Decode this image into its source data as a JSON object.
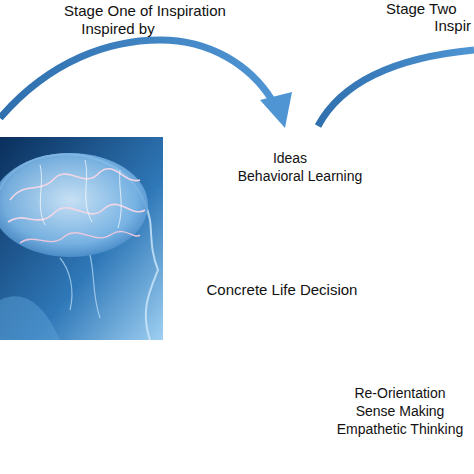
{
  "diagram": {
    "labels": [
      "Stage One of Inspiration",
      "Inspired by",
      "Stage Two",
      "Inspir",
      "Ideas",
      "Behavioral Learning",
      "Concrete Life Decision",
      "Re-Orientation",
      "Sense Making",
      "Empathetic Thinking"
    ]
  }
}
